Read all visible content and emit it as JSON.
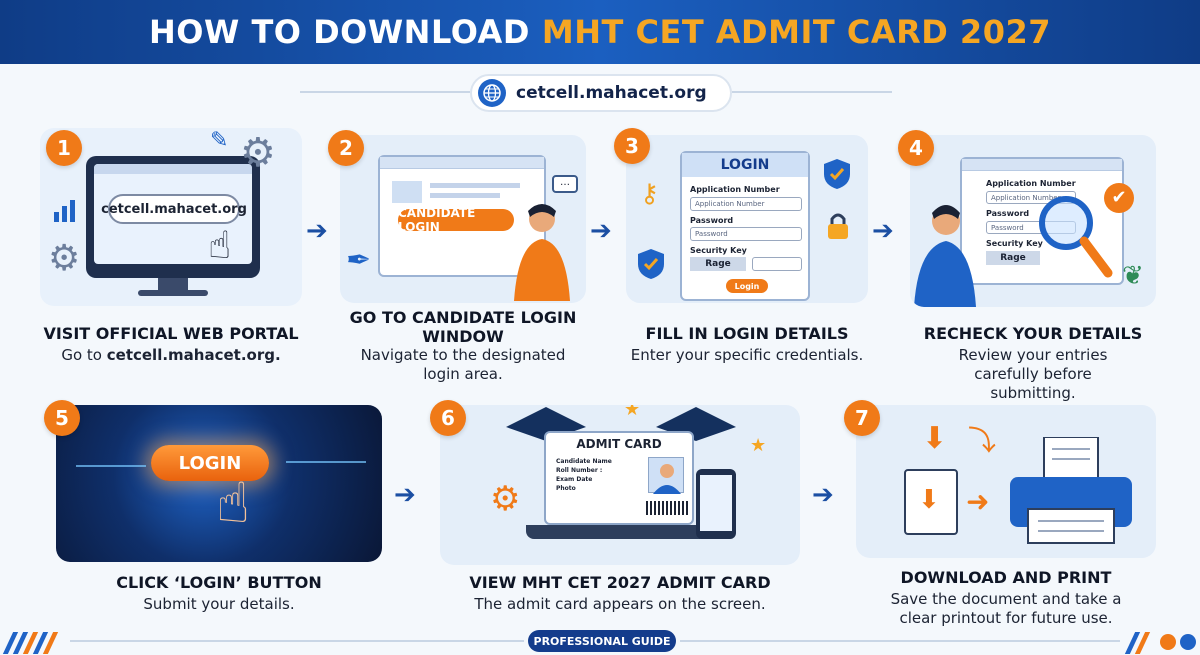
{
  "header": {
    "title_part1": "HOW TO DOWNLOAD",
    "title_part2": "MHT CET ADMIT CARD 2027"
  },
  "url_badge": {
    "text": "cetcell.mahacet.org",
    "icon": "globe-icon"
  },
  "steps": [
    {
      "number": "1",
      "title": "VISIT OFFICIAL WEB PORTAL",
      "desc_prefix": "Go to ",
      "desc_bold": "cetcell.mahacet.org.",
      "screen_url": "cetcell.mahacet.org"
    },
    {
      "number": "2",
      "title": "GO TO CANDIDATE LOGIN WINDOW",
      "desc": "Navigate to the designated login area.",
      "button": "CANDIDATE LOGIN"
    },
    {
      "number": "3",
      "title": "FILL IN LOGIN DETAILS",
      "desc": "Enter your specific credentials.",
      "form": {
        "heading": "LOGIN",
        "app_label": "Application Number",
        "app_placeholder": "Application Number",
        "pwd_label": "Password",
        "pwd_placeholder": "Password",
        "key_label": "Security Key",
        "captcha": "Rage",
        "submit": "Login"
      }
    },
    {
      "number": "4",
      "title": "RECHECK YOUR DETAILS",
      "desc": "Review your entries carefully before submitting.",
      "form": {
        "app_label": "Application Number",
        "app_placeholder": "Application Number",
        "pwd_label": "Password",
        "pwd_placeholder": "Password",
        "key_label": "Security Key",
        "captcha": "Rage"
      }
    },
    {
      "number": "5",
      "title": "CLICK ‘LOGIN’ BUTTON",
      "desc": "Submit your details.",
      "button": "LOGIN"
    },
    {
      "number": "6",
      "title": "VIEW MHT CET 2027 ADMIT CARD",
      "desc": "The admit card appears on the screen.",
      "card": {
        "heading": "ADMIT CARD",
        "f1": "Candidate Name",
        "f2": "Roll Number :",
        "f3": "Exam Date",
        "f4": "Photo"
      }
    },
    {
      "number": "7",
      "title": "DOWNLOAD AND PRINT",
      "desc": "Save the document and take a clear printout for future use."
    }
  ],
  "footer": {
    "badge": "PROFESSIONAL GUIDE"
  },
  "colors": {
    "navy": "#0f3c86",
    "orange": "#f07a18",
    "gold": "#f5a623"
  }
}
